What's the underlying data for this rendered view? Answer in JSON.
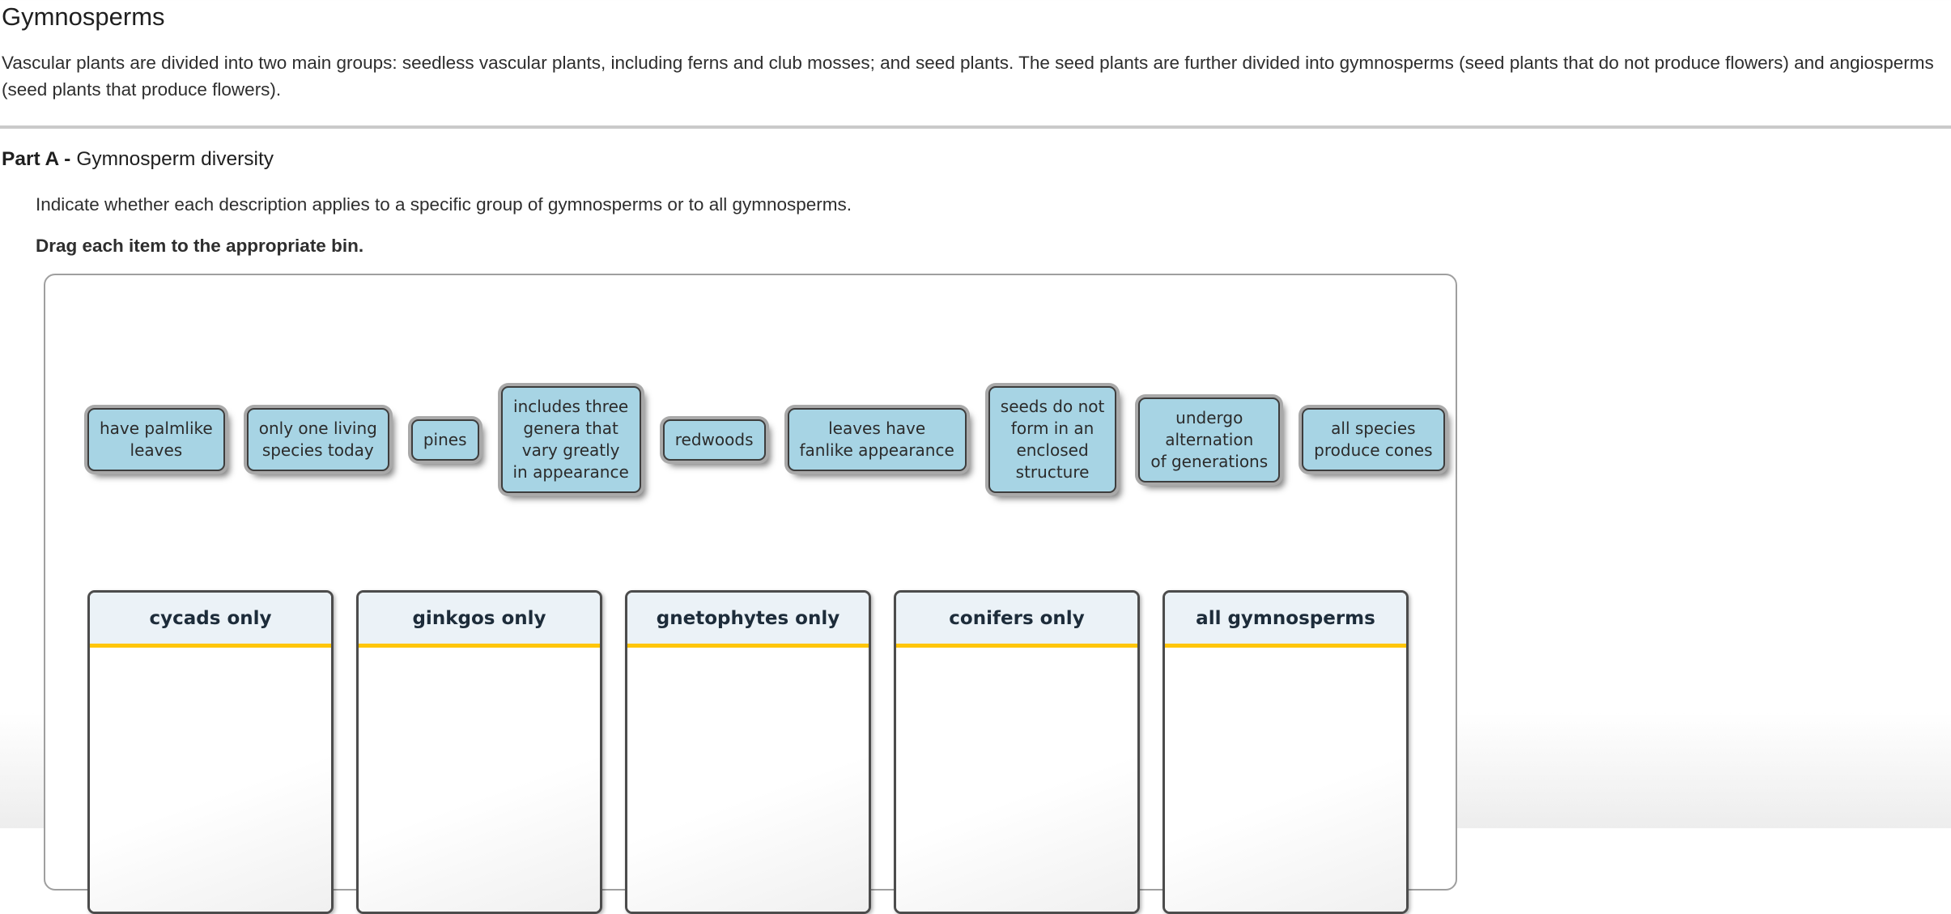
{
  "header": {
    "title": "Gymnosperms",
    "intro": "Vascular plants are divided into two main groups: seedless vascular plants, including ferns and club mosses; and seed plants. The seed plants are further divided into gymnosperms (seed plants that do not produce flowers) and angiosperms (seed plants that produce flowers)."
  },
  "part_a": {
    "label": "Part A -",
    "title": "Gymnosperm diversity",
    "instruction": "Indicate whether each description applies to a specific group of gymnosperms or to all gymnosperms.",
    "drag_instruction": "Drag each item to the appropriate bin."
  },
  "drag_items": [
    {
      "id": "have-palmlike-leaves",
      "lines": [
        "have palmlike",
        "leaves"
      ]
    },
    {
      "id": "only-one-living-species-today",
      "lines": [
        "only one living",
        "species today"
      ]
    },
    {
      "id": "pines",
      "lines": [
        "pines"
      ]
    },
    {
      "id": "includes-three-genera-that-vary",
      "lines": [
        "includes three",
        "genera that",
        "vary greatly",
        "in appearance"
      ]
    },
    {
      "id": "redwoods",
      "lines": [
        "redwoods"
      ]
    },
    {
      "id": "leaves-have-fanlike-appearance",
      "lines": [
        "leaves have",
        "fanlike appearance"
      ]
    },
    {
      "id": "seeds-do-not-form-in-enclosed-structure",
      "lines": [
        "seeds do not",
        "form in an",
        "enclosed",
        "structure"
      ]
    },
    {
      "id": "undergo-alternation-of-generations",
      "lines": [
        "undergo",
        "alternation",
        "of generations"
      ]
    },
    {
      "id": "all-species-produce-cones",
      "lines": [
        "all species",
        "produce cones"
      ]
    }
  ],
  "bins": [
    {
      "id": "cycads-only",
      "label": "cycads only"
    },
    {
      "id": "ginkgos-only",
      "label": "ginkgos only"
    },
    {
      "id": "gnetophytes-only",
      "label": "gnetophytes only"
    },
    {
      "id": "conifers-only",
      "label": "conifers only"
    },
    {
      "id": "all-gymnosperms",
      "label": "all gymnosperms"
    }
  ],
  "colors": {
    "chip_fill": "#a7d4e4",
    "chip_border": "#3d3d3d",
    "chip_ring": "#a9a9a9",
    "bin_header_bg": "#ebf2f7",
    "bin_rule": "#ffc60a",
    "bin_border": "#4c4c4c",
    "bin_header_text": "#1d2c3a",
    "divider": "#cacaca"
  }
}
